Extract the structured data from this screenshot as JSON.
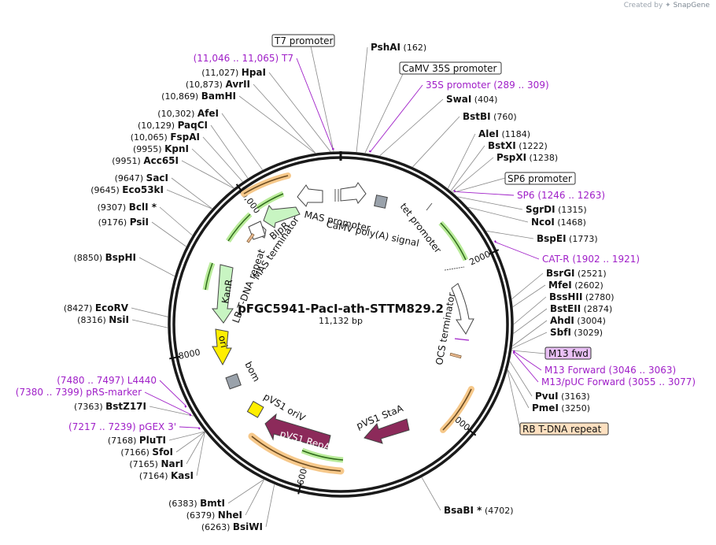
{
  "credit": {
    "prefix": "Created by",
    "brand": "SnapGene"
  },
  "title": "pFGC5941-PacI-ath-STTM829.2",
  "length_label": "11,132 bp",
  "colors": {
    "primer": "#a020c8",
    "promoter_box": "#ffffff",
    "repeat_box": "#fde0c0",
    "m13_box": "#e9c0f5"
  },
  "ticks": [
    {
      "label": "2000",
      "bp": 2000
    },
    {
      "label": "4000",
      "bp": 4000
    },
    {
      "label": "6000",
      "bp": 6000
    },
    {
      "label": "8000",
      "bp": 8000
    },
    {
      "label": "10,000",
      "bp": 10000
    }
  ],
  "enzymes_right": [
    {
      "name": "PshAI",
      "pos": "(162)",
      "bp": 162
    },
    {
      "name": "SwaI",
      "pos": "(404)",
      "bp": 404
    },
    {
      "name": "BstBI",
      "pos": "(760)",
      "bp": 760
    },
    {
      "name": "AleI",
      "pos": "(1184)",
      "bp": 1184
    },
    {
      "name": "BstXI",
      "pos": "(1222)",
      "bp": 1222
    },
    {
      "name": "PspXI",
      "pos": "(1238)",
      "bp": 1238
    },
    {
      "name": "SgrDI",
      "pos": "(1315)",
      "bp": 1315
    },
    {
      "name": "NcoI",
      "pos": "(1468)",
      "bp": 1468
    },
    {
      "name": "BspEI",
      "pos": "(1773)",
      "bp": 1773
    },
    {
      "name": "BsrGI",
      "pos": "(2521)",
      "bp": 2521
    },
    {
      "name": "MfeI",
      "pos": "(2602)",
      "bp": 2602
    },
    {
      "name": "BssHII",
      "pos": "(2780)",
      "bp": 2780
    },
    {
      "name": "BstEII",
      "pos": "(2874)",
      "bp": 2874
    },
    {
      "name": "AhdI",
      "pos": "(3004)",
      "bp": 3004
    },
    {
      "name": "SbfI",
      "pos": "(3029)",
      "bp": 3029
    },
    {
      "name": "PvuI",
      "pos": "(3163)",
      "bp": 3163
    },
    {
      "name": "PmeI",
      "pos": "(3250)",
      "bp": 3250
    },
    {
      "name": "BsaBI *",
      "pos": "(4702)",
      "bp": 4702
    }
  ],
  "enzymes_left": [
    {
      "name": "HpaI",
      "pos": "(11,027)",
      "bp": 11027
    },
    {
      "name": "AvrII",
      "pos": "(10,873)",
      "bp": 10873
    },
    {
      "name": "BamHI",
      "pos": "(10,869)",
      "bp": 10869
    },
    {
      "name": "AfeI",
      "pos": "(10,302)",
      "bp": 10302
    },
    {
      "name": "PaqCI",
      "pos": "(10,129)",
      "bp": 10129
    },
    {
      "name": "FspAI",
      "pos": "(10,065)",
      "bp": 10065
    },
    {
      "name": "KpnI",
      "pos": "(9955)",
      "bp": 9955
    },
    {
      "name": "Acc65I",
      "pos": "(9951)",
      "bp": 9951
    },
    {
      "name": "SacI",
      "pos": "(9647)",
      "bp": 9647
    },
    {
      "name": "Eco53kI",
      "pos": "(9645)",
      "bp": 9645
    },
    {
      "name": "BclI *",
      "pos": "(9307)",
      "bp": 9307
    },
    {
      "name": "PsiI",
      "pos": "(9176)",
      "bp": 9176
    },
    {
      "name": "BspHI",
      "pos": "(8850)",
      "bp": 8850
    },
    {
      "name": "EcoRV",
      "pos": "(8427)",
      "bp": 8427
    },
    {
      "name": "NsiI",
      "pos": "(8316)",
      "bp": 8316
    },
    {
      "name": "BstZ17I",
      "pos": "(7363)",
      "bp": 7363
    },
    {
      "name": "PluTI",
      "pos": "(7168)",
      "bp": 7168
    },
    {
      "name": "SfoI",
      "pos": "(7166)",
      "bp": 7166
    },
    {
      "name": "NarI",
      "pos": "(7165)",
      "bp": 7165
    },
    {
      "name": "KasI",
      "pos": "(7164)",
      "bp": 7164
    },
    {
      "name": "BmtI",
      "pos": "(6383)",
      "bp": 6383
    },
    {
      "name": "NheI",
      "pos": "(6379)",
      "bp": 6379
    },
    {
      "name": "BsiWI",
      "pos": "(6263)",
      "bp": 6263
    }
  ],
  "primers": [
    {
      "name": "T7",
      "range": "(11,046 .. 11,065)",
      "bp": 11055
    },
    {
      "name": "35S promoter",
      "range": "(289 .. 309)",
      "bp": 299
    },
    {
      "name": "SP6",
      "range": "(1246 .. 1263)",
      "bp": 1254
    },
    {
      "name": "CAT-R",
      "range": "(1902 .. 1921)",
      "bp": 1911
    },
    {
      "name": "M13 Forward",
      "range": "(3046 .. 3063)",
      "bp": 3054
    },
    {
      "name": "M13/pUC Forward",
      "range": "(3055 .. 3077)",
      "bp": 3066
    },
    {
      "name": "L4440",
      "range": "(7480 .. 7497)",
      "bp": 7488
    },
    {
      "name": "pRS-marker",
      "range": "(7380 .. 7399)",
      "bp": 7390
    },
    {
      "name": "pGEX 3'",
      "range": "(7217 .. 7239)",
      "bp": 7228
    }
  ],
  "boxed_labels": [
    {
      "key": "t7p",
      "text": "T7 promoter"
    },
    {
      "key": "camv",
      "text": "CaMV 35S promoter"
    },
    {
      "key": "sp6p",
      "text": "SP6 promoter"
    },
    {
      "key": "m13",
      "text": "M13 fwd"
    },
    {
      "key": "rb",
      "text": "RB T-DNA repeat"
    }
  ],
  "feature_labels": [
    {
      "key": "mas_promoter",
      "text": "MAS promoter"
    },
    {
      "key": "camv_polya",
      "text": "CaMV poly(A) signal"
    },
    {
      "key": "tet_promoter",
      "text": "tet promoter"
    },
    {
      "key": "blpr",
      "text": "BlpR"
    },
    {
      "key": "mas_terminator",
      "text": "MAS terminator"
    },
    {
      "key": "lb_repeat",
      "text": "LB T-DNA repeat"
    },
    {
      "key": "kanr",
      "text": "KanR"
    },
    {
      "key": "ori",
      "text": "ori"
    },
    {
      "key": "bom",
      "text": "bom"
    },
    {
      "key": "pvs1_oriv",
      "text": "pVS1 oriV"
    },
    {
      "key": "pvs1_repa",
      "text": "pVS1 RepA"
    },
    {
      "key": "pvs1_staa",
      "text": "pVS1 StaA"
    },
    {
      "key": "ocs_terminator",
      "text": "OCS terminator"
    }
  ]
}
